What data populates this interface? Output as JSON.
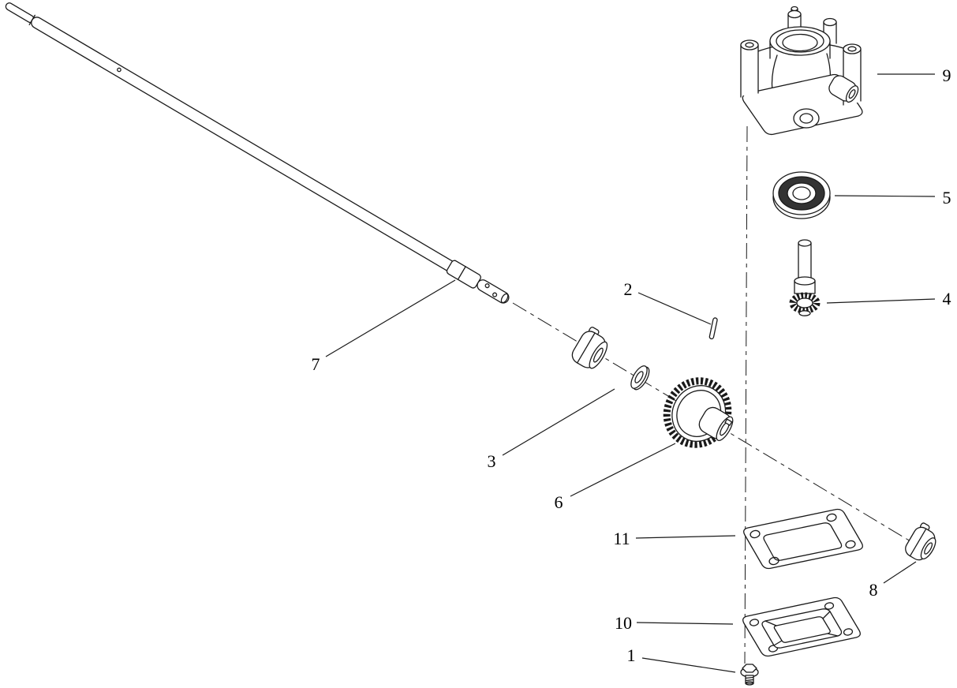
{
  "diagram": {
    "background_color": "#ffffff",
    "line_color": "#1a1a1a",
    "callouts": [
      "1",
      "2",
      "3",
      "4",
      "5",
      "6",
      "7",
      "8",
      "9",
      "10",
      "11"
    ]
  }
}
